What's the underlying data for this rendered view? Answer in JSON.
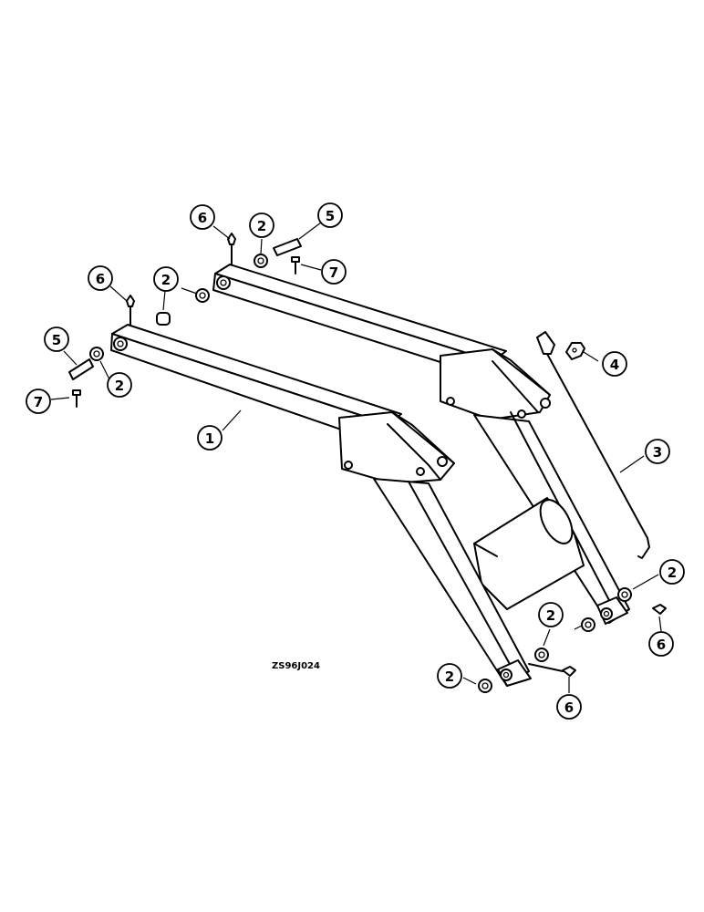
{
  "drawing_code": "ZS96J024",
  "callouts": [
    {
      "label": "1",
      "part": "left-boom-arm"
    },
    {
      "label": "2",
      "part": "bushing"
    },
    {
      "label": "2",
      "part": "bushing"
    },
    {
      "label": "2",
      "part": "bushing"
    },
    {
      "label": "2",
      "part": "bushing"
    },
    {
      "label": "2",
      "part": "bushing"
    },
    {
      "label": "2",
      "part": "bushing"
    },
    {
      "label": "3",
      "part": "indicator-rod"
    },
    {
      "label": "4",
      "part": "rod-guide"
    },
    {
      "label": "5",
      "part": "pin"
    },
    {
      "label": "5",
      "part": "pin"
    },
    {
      "label": "6",
      "part": "grease-fitting"
    },
    {
      "label": "6",
      "part": "grease-fitting"
    },
    {
      "label": "6",
      "part": "grease-fitting"
    },
    {
      "label": "6",
      "part": "grease-fitting"
    },
    {
      "label": "7",
      "part": "bolt"
    },
    {
      "label": "7",
      "part": "bolt"
    }
  ]
}
